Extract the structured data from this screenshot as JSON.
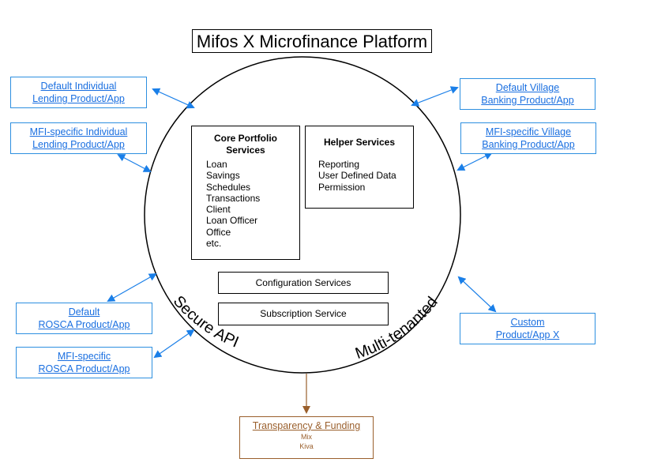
{
  "title": "Mifos X Microfinance Platform",
  "apps": {
    "default_individual": [
      "Default Individual",
      "Lending Product/App"
    ],
    "mfi_individual": [
      "MFI-specific Individual",
      "Lending Product/App"
    ],
    "default_rosca": [
      "Default",
      "ROSCA Product/App"
    ],
    "mfi_rosca": [
      "MFI-specific",
      "ROSCA Product/App"
    ],
    "default_village": [
      "Default Village",
      "Banking Product/App"
    ],
    "mfi_village": [
      "MFI-specific Village",
      "Banking Product/App"
    ],
    "custom": [
      "Custom",
      "Product/App X"
    ]
  },
  "core": {
    "heading": [
      "Core Portfolio",
      "Services"
    ],
    "items": [
      "Loan",
      "Savings",
      "Schedules",
      "Transactions",
      "Client",
      "Loan Officer",
      "Office",
      "etc."
    ]
  },
  "helper": {
    "heading": "Helper Services",
    "items": [
      "Reporting",
      "User Defined Data",
      "Permission"
    ]
  },
  "configuration": "Configuration Services",
  "subscription": "Subscription Service",
  "arc_left": "Secure API",
  "arc_right": "Multi-tenanted",
  "funding": {
    "title": "Transparency & Funding",
    "items": [
      "Mix",
      "Kiva"
    ]
  },
  "colors": {
    "app_border": "#2d8fe0",
    "app_text": "#1a6fe0",
    "arrow": "#1a7fe8",
    "funding": "#9a5f2c"
  }
}
